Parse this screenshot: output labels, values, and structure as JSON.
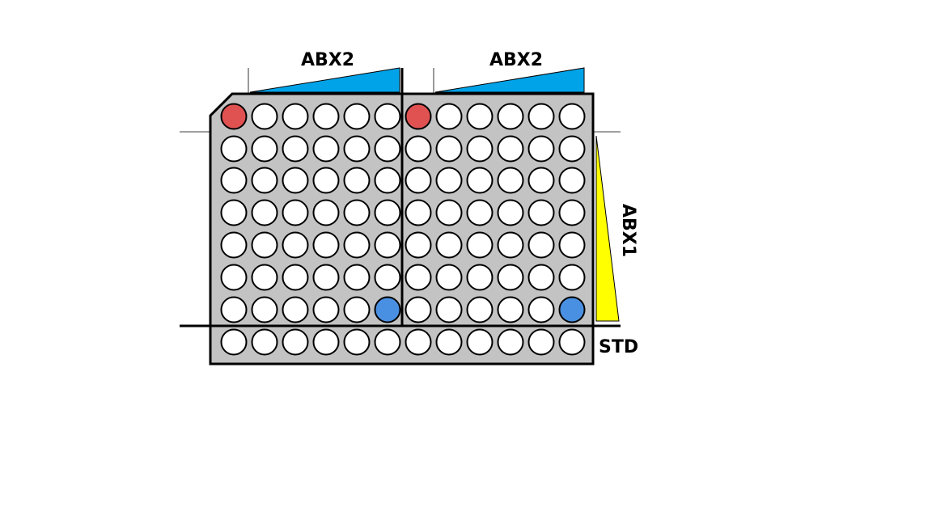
{
  "labels": {
    "abx2_left": "ABX2",
    "abx2_right": "ABX2",
    "abx1": "ABX1",
    "std": "STD"
  },
  "plate": {
    "rows": 8,
    "cols": 12,
    "well_color": "#ffffff",
    "plate_color": "#c3c3c3",
    "highlights": [
      {
        "row": 0,
        "col": 0,
        "color": "#e05252"
      },
      {
        "row": 0,
        "col": 6,
        "color": "#e05252"
      },
      {
        "row": 6,
        "col": 5,
        "color": "#4a90e2"
      },
      {
        "row": 6,
        "col": 11,
        "color": "#4a90e2"
      }
    ]
  },
  "colors": {
    "abx2_wedge": "#00a3e8",
    "abx1_wedge": "#ffff00",
    "outline": "#000000"
  }
}
